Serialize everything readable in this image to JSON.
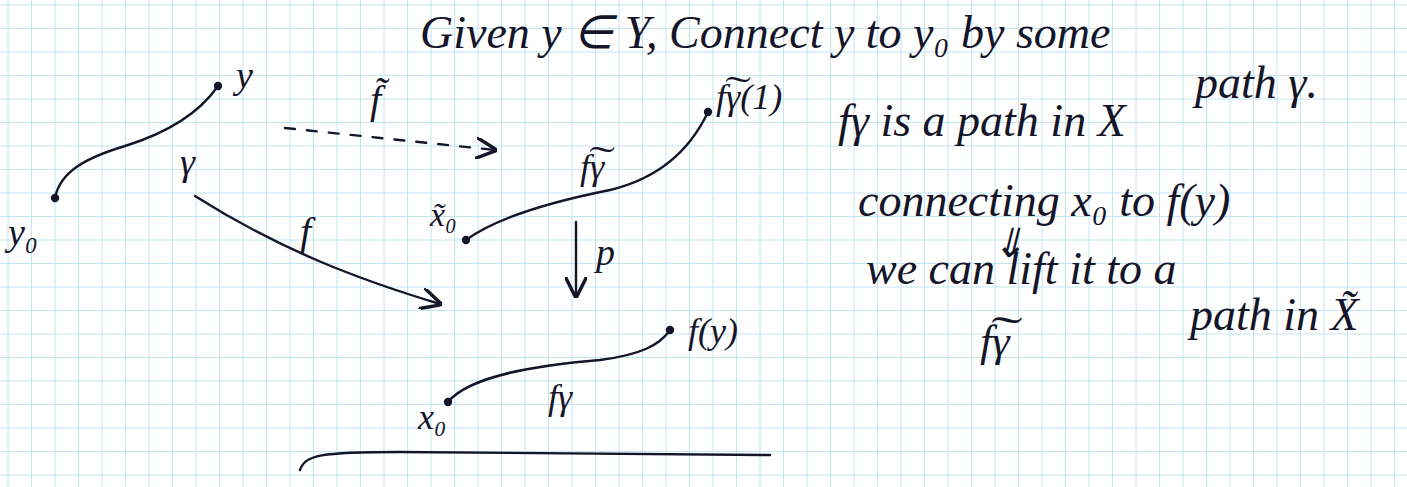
{
  "diagram": {
    "labels": [
      "Given y ∈ Y, Connect y to y₀ by some",
      "path γ.",
      "fγ is a path in X",
      "connecting x₀ to f(y)",
      "⇓",
      "we can lift it to a",
      "path in X̃",
      "f͠γ",
      "y",
      "γ",
      "y₀",
      "f",
      "f̃",
      "f͠γ(1)",
      "f͠γ",
      "x̃₀",
      "p",
      "x₀",
      "fγ",
      "f(y)"
    ]
  }
}
